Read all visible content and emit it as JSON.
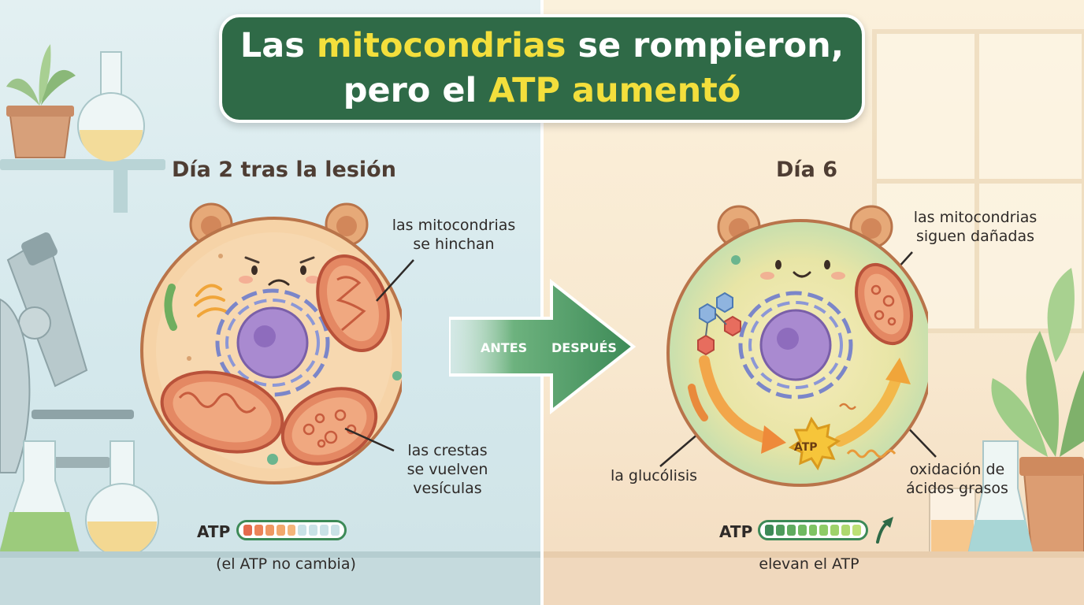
{
  "title": {
    "line1_pre": "Las ",
    "line1_highlight": "mitocondrias",
    "line1_post": " se rompieron,",
    "line2_pre": "pero el ",
    "line2_highlight": "ATP aumentó"
  },
  "before": {
    "heading": "Día 2 tras la lesión",
    "label_mito": [
      "las mitocondrias",
      "se hinchan"
    ],
    "label_cristae": [
      "las crestas",
      "se vuelven",
      "vesículas"
    ],
    "atp_label": "ATP",
    "atp_caption": "(el ATP no cambia)"
  },
  "transition": {
    "before_label": "ANTES",
    "after_label": "DESPUÉS"
  },
  "after": {
    "heading": "Día 6",
    "label_mito": [
      "las mitocondrias",
      "siguen dañadas"
    ],
    "label_glycolysis": "la glucólisis",
    "label_fatty": [
      "oxidación de",
      "ácidos grasos"
    ],
    "atp_badge": "ATP",
    "atp_label": "ATP",
    "atp_caption": "elevan el ATP"
  },
  "colors": {
    "title_bg": "#2f6a47",
    "highlight": "#f3df3c",
    "arrow_green": "#3d8a57"
  }
}
